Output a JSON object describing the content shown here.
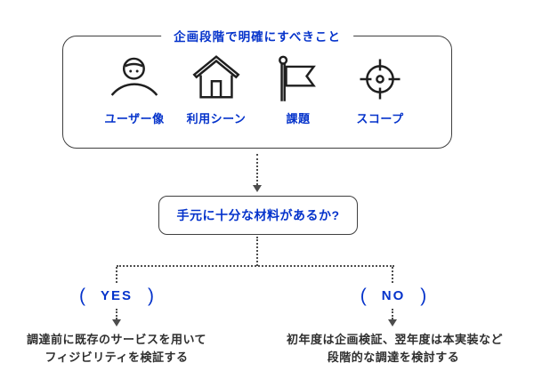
{
  "diagram": {
    "title": "企画段階で明確にすべきこと",
    "items": [
      {
        "icon": "user-icon",
        "label": "ユーザー像"
      },
      {
        "icon": "house-icon",
        "label": "利用シーン"
      },
      {
        "icon": "flag-icon",
        "label": "課題"
      },
      {
        "icon": "target-icon",
        "label": "スコープ"
      }
    ],
    "question": "手元に十分な材料があるか?",
    "branches": {
      "yes": {
        "open": "(",
        "label": "YES",
        "close": ")",
        "result_line1": "調達前に既存のサービスを用いて",
        "result_line2": "フィジビリティを検証する"
      },
      "no": {
        "open": "(",
        "label": "NO",
        "close": ")",
        "result_line1": "初年度は企画検証、翌年度は本実装など",
        "result_line2": "段階的な調達を検討する"
      }
    },
    "colors": {
      "accent_blue": "#0533cb",
      "line_gray": "#4d4d4d",
      "box_border": "#3f3f3f",
      "icon_stroke": "#1f1f1f",
      "text_dark": "#2e2e2e"
    }
  }
}
